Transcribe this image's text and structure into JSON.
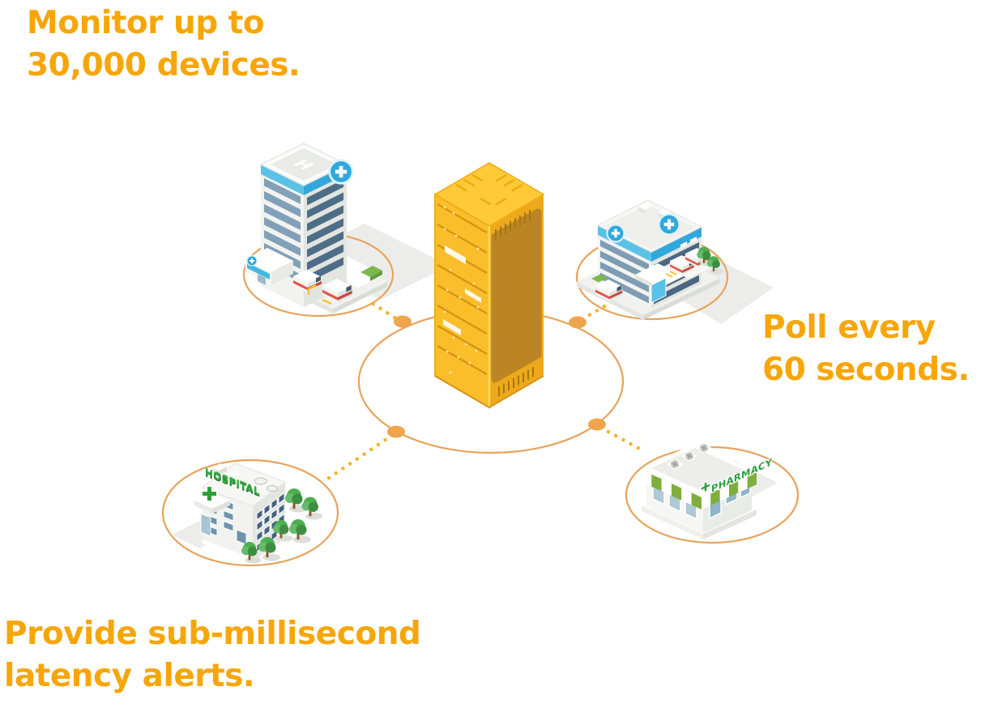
{
  "captions": {
    "monitor": {
      "line1": "Monitor up to",
      "line2": "30,000 devices."
    },
    "poll": {
      "line1": "Poll every",
      "line2": "60 seconds."
    },
    "latency": {
      "line1": "Provide sub-millisecond",
      "line2": "latency alerts."
    }
  },
  "signs": {
    "helipad": "H",
    "hospital": "HOSPITAL",
    "pharmacy": "PHARMACY"
  },
  "diagram": {
    "center_node": "server rack polling engine",
    "monitored_sites": [
      "hospital tower",
      "city hospital",
      "small hospital",
      "pharmacy"
    ],
    "link_style": "dotted",
    "ring_style": "ellipse"
  },
  "colors": {
    "headline_yellow": "#F7A608",
    "ring_orange": "#E8A35B",
    "link_orange": "#F2B32C",
    "node_dot_orange": "#EFA54D",
    "server_yellow": "#FBBE2B",
    "server_side_orange": "#EDA91A",
    "server_panel_brown": "#BC8523",
    "medical_blue": "#2FA9DC",
    "sign_green": "#2EA038",
    "awning_green": "#7FAE3C",
    "ambulance_red": "#E2574C",
    "window_blue": "#6F93AD",
    "background": "#FFFFFF"
  }
}
